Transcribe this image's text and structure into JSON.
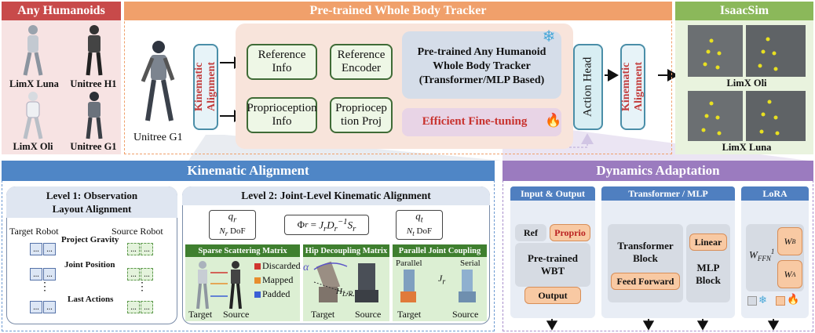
{
  "colors": {
    "any_humanoids": "#c84a4a",
    "tracker": "#f0a06b",
    "isaacsim": "#8bb85a",
    "kinematic": "#4f86c6",
    "dynamics": "#9b7bbf"
  },
  "any_humanoids": {
    "title": "Any Humanoids",
    "robots": [
      "LimX Luna",
      "Unitree H1",
      "LimX Oli",
      "Unitree G1"
    ]
  },
  "tracker": {
    "title": "Pre-trained Whole Body Tracker",
    "source_robot": "Unitree G1",
    "kinematic_alignment": "Kinematic Alignment",
    "reference_info": "Reference Info",
    "reference_encoder": "Reference Encoder",
    "proprioception_info": "Proprioception Info",
    "proprioception_proj": "Propriocep tion Proj",
    "core_line1": "Pre-trained Any Humanoid",
    "core_line2": "Whole Body Tracker",
    "core_line3": "(Transformer/MLP Based)",
    "fine_tuning": "Efficient Fine-tuning",
    "action_head": "Action Head",
    "kinematic_alignment_out": "Kinematic Alignment",
    "snow_icon": "snowflake-icon",
    "fire_icon": "flame-icon"
  },
  "isaacsim": {
    "title": "IsaacSim",
    "labels": [
      "LimX Oli",
      "LimX Luna"
    ]
  },
  "kinematic": {
    "title": "Kinematic Alignment",
    "level1_line1": "Level 1: Observation",
    "level1_line2": "Layout Alignment",
    "target_robot": "Target Robot",
    "source_robot": "Source Robot",
    "rows": [
      "Project Gravity",
      "Joint Position",
      "Last Actions"
    ],
    "cell": "...",
    "vdots": "⋮",
    "level2": "Level 2: Joint-Level Kinematic Alignment",
    "qr": "q",
    "qr_sub": "r",
    "nr_dof": "N",
    "nr_sub": "r",
    "dof": "DoF",
    "equation": "Φ",
    "qt": "q",
    "qt_sub": "t",
    "nt_sub": "t",
    "sparse_title": "Sparse Scattering Matrix",
    "legend": [
      "Discarded",
      "Mapped",
      "Padded"
    ],
    "legend_colors": [
      "#d0352f",
      "#e78d2d",
      "#3b5fd6"
    ],
    "hip_title": "Hip Decoupling Matrix",
    "hip_alpha": "α",
    "hip_label": "H",
    "parallel_title": "Parallel Joint Coupling",
    "parallel": "Parallel",
    "serial": "Serial",
    "jr": "J",
    "target": "Target",
    "source": "Source"
  },
  "dynamics": {
    "title": "Dynamics Adaptation",
    "io_title": "Input & Output",
    "ref": "Ref",
    "proprio": "Proprio",
    "wbt_line1": "Pre-trained",
    "wbt_line2": "WBT",
    "output": "Output",
    "tm_title": "Transformer / MLP",
    "transformer_line1": "Transformer",
    "transformer_line2": "Block",
    "feed_forward": "Feed Forward",
    "linear": "Linear",
    "mlp_line1": "MLP",
    "mlp_line2": "Block",
    "lora_title": "LoRA",
    "w1": "W",
    "wb": "W",
    "wa": "W"
  }
}
